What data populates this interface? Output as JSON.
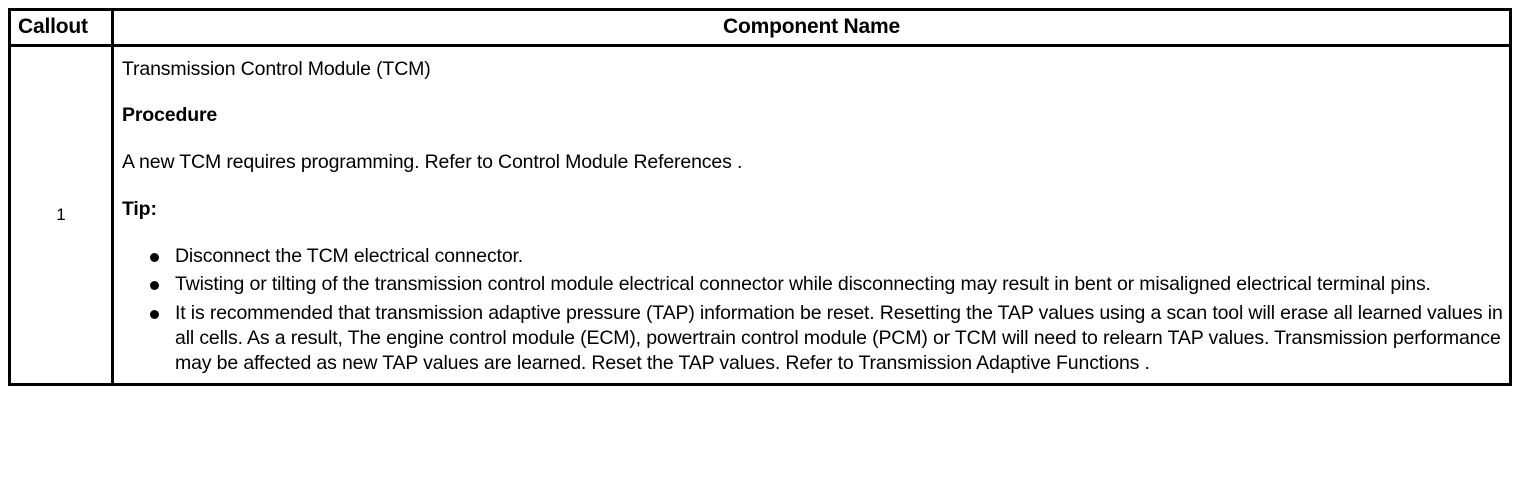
{
  "table": {
    "columns": [
      {
        "key": "callout",
        "label": "Callout",
        "align": "left"
      },
      {
        "key": "component_name",
        "label": "Component Name",
        "align": "center"
      }
    ],
    "rows": [
      {
        "callout": "1",
        "title": "Transmission Control Module (TCM)",
        "procedure_heading": "Procedure",
        "procedure_text": "A new TCM requires programming. Refer to Control Module References .",
        "tip_heading": "Tip:",
        "tip_bullets": [
          "Disconnect the TCM electrical connector.",
          "Twisting or tilting of the transmission control module electrical connector while disconnecting may result in bent or misaligned electrical terminal pins.",
          "It is recommended that transmission adaptive pressure (TAP) information be reset. Resetting the TAP values using a scan tool will erase all learned values in all cells. As a result, The engine control module (ECM), powertrain control module (PCM) or TCM will need to relearn TAP values. Transmission performance may be affected as new TAP values are learned. Reset the TAP values. Refer to Transmission Adaptive Functions ."
        ]
      }
    ]
  },
  "colors": {
    "border": "#000000",
    "text": "#000000",
    "background": "#ffffff"
  }
}
